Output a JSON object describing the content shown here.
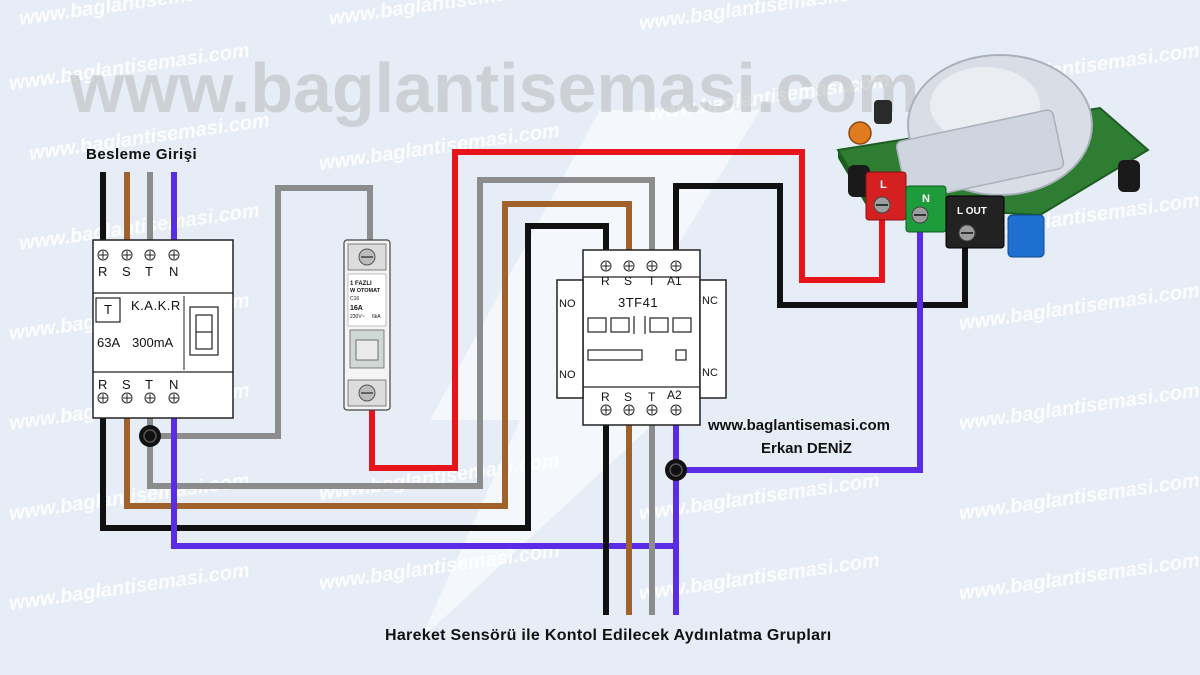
{
  "watermark": {
    "large": "www.baglantisemasi.com",
    "small": "www.baglantisemasi.com"
  },
  "supply_label": "Besleme Girişi",
  "rcd": {
    "top_terminals": [
      "R",
      "S",
      "T",
      "N"
    ],
    "bottom_terminals": [
      "R",
      "S",
      "T",
      "N"
    ],
    "test_button": "T",
    "brand": "K.A.K.R",
    "rating": "63A",
    "sensitivity": "300mA"
  },
  "breaker": {
    "line1": "1 FAZLI",
    "line2": "W OTOMAT",
    "line3": "C16",
    "line4": "16A",
    "line5": "230V~",
    "line6": "6kA"
  },
  "contactor": {
    "model": "3TF41",
    "top_terminals": [
      "R",
      "S",
      "T",
      "A1"
    ],
    "bottom_terminals": [
      "R",
      "S",
      "T",
      "A2"
    ],
    "left_top": "NO",
    "left_bottom": "NO",
    "right_top": "NC",
    "right_bottom": "NC"
  },
  "sensor": {
    "terminal_l": "L",
    "terminal_n": "N",
    "terminal_out": "L OUT"
  },
  "credit": {
    "site": "www.baglantisemasi.com",
    "author": "Erkan DENİZ"
  },
  "caption": "Hareket Sensörü ile Kontol Edilecek Aydınlatma Grupları",
  "colors": {
    "phase_r": "#111111",
    "phase_s": "#a0622a",
    "phase_t": "#8c8c8c",
    "neutral": "#5b2ce6",
    "switched": "#e8141c",
    "background": "#e6edf6",
    "watermark": "#ffffff",
    "sensor_board": "#2e7d32",
    "terminal_l": "#d42020",
    "terminal_n": "#1e9b3a",
    "terminal_out": "#222222",
    "sensor_cap": "#1f6fd0"
  }
}
